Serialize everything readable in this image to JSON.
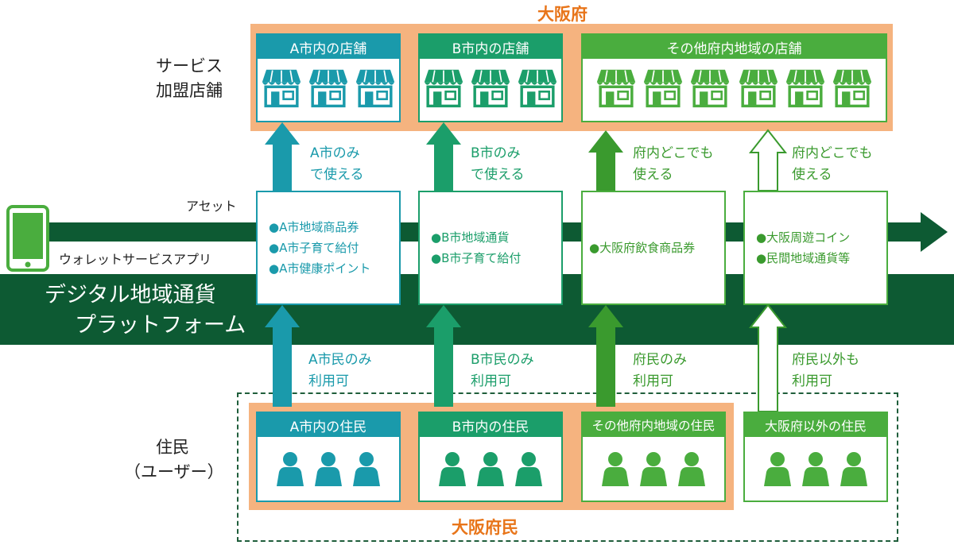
{
  "region_prefecture": "大阪府",
  "region_residents": "大阪府民",
  "left_labels": {
    "stores": [
      "サービス",
      "加盟店舗"
    ],
    "asset": "アセット",
    "wallet": "ウォレットサービスアプリ",
    "platform": [
      "デジタル地域通貨",
      "プラットフォーム"
    ],
    "users": [
      "住民",
      "（ユーザー）"
    ]
  },
  "stores": [
    {
      "title": "A市内の店舗",
      "color": "#1a9aab",
      "count": 3
    },
    {
      "title": "B市内の店舗",
      "color": "#1b9e6a",
      "count": 3
    },
    {
      "title": "その他府内地域の店舗",
      "color": "#4aad3e",
      "count": 6
    }
  ],
  "assets": [
    {
      "items": [
        "●A市地域商品券",
        "●A市子育て給付",
        "●A市健康ポイント"
      ],
      "color": "#1a9aab"
    },
    {
      "items": [
        "●B市地域通貨",
        "●B市子育て給付"
      ],
      "color": "#1b9e6a"
    },
    {
      "items": [
        "●大阪府飲食商品券"
      ],
      "color": "#4aad3e"
    },
    {
      "items": [
        "●大阪周遊コイン",
        "●民間地域通貨等"
      ],
      "color": "#4aad3e"
    }
  ],
  "use_labels": [
    {
      "lines": [
        "A市のみ",
        "で使える"
      ],
      "color": "#1a9aab"
    },
    {
      "lines": [
        "B市のみ",
        "で使える"
      ],
      "color": "#1b9e6a"
    },
    {
      "lines": [
        "府内どこでも",
        "使える"
      ],
      "color": "#3a9a2e"
    },
    {
      "lines": [
        "府内どこでも",
        "使える"
      ],
      "color": "#3a9a2e"
    }
  ],
  "eligibility_labels": [
    {
      "lines": [
        "A市民のみ",
        "利用可"
      ],
      "color": "#1a9aab"
    },
    {
      "lines": [
        "B市民のみ",
        "利用可"
      ],
      "color": "#1b9e6a"
    },
    {
      "lines": [
        "府民のみ",
        "利用可"
      ],
      "color": "#3a9a2e"
    },
    {
      "lines": [
        "府民以外も",
        "利用可"
      ],
      "color": "#3a9a2e"
    }
  ],
  "residents": [
    {
      "title": "A市内の住民",
      "color": "#1a9aab"
    },
    {
      "title": "B市内の住民",
      "color": "#1b9e6a"
    },
    {
      "title": "その他府内地域の住民",
      "color": "#4aad3e"
    },
    {
      "title": "大阪府以外の住民",
      "color": "#4aad3e"
    }
  ],
  "colors": {
    "platform_green": "#0d5a33",
    "orange": "#f5b37f",
    "region_text": "#e8751a",
    "dark_label": "#222222"
  }
}
